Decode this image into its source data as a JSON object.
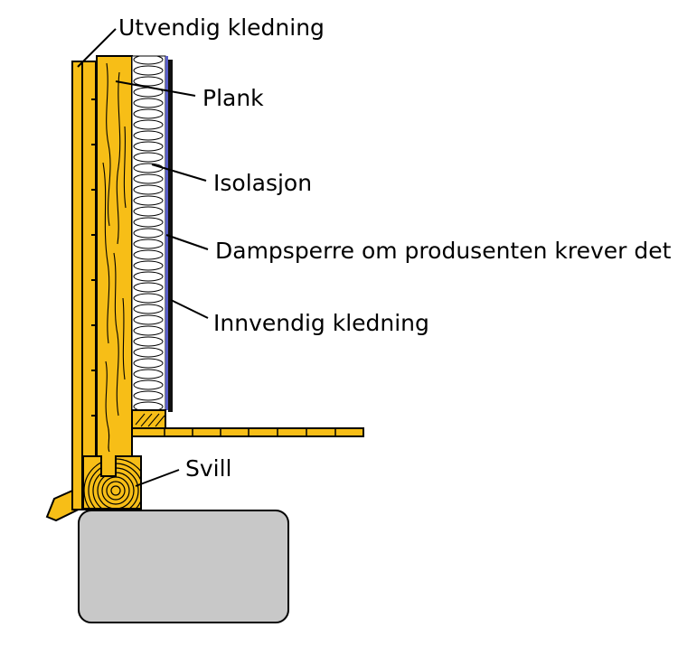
{
  "labels": {
    "exterior_cladding": "Utvendig kledning",
    "plank": "Plank",
    "insulation": "Isolasjon",
    "vapor_barrier": "Dampsperre om produsenten krever det",
    "interior_cladding": "Innvendig kledning",
    "sill": "Svill"
  },
  "colors": {
    "wood": "#F7BE17",
    "wood_light": "#FAD35A",
    "foundation": "#C8C8C8",
    "outline": "#000000",
    "vapor_barrier": "#5A5FC8",
    "insulation": "#FFFFFF"
  }
}
